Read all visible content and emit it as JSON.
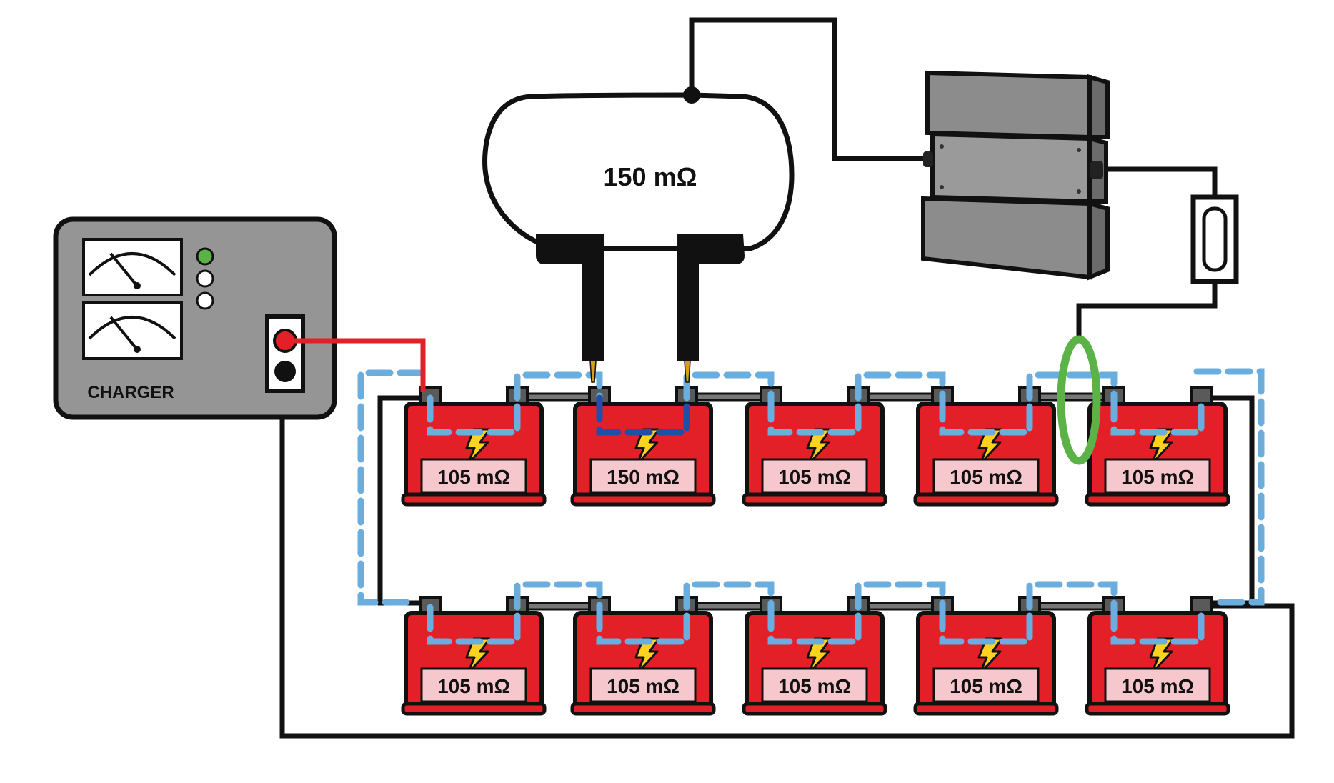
{
  "charger": {
    "label": "CHARGER"
  },
  "tester": {
    "reading": "150 mΩ"
  },
  "batteries": {
    "top_row": [
      {
        "label": "105 mΩ",
        "highlight": false
      },
      {
        "label": "150 mΩ",
        "highlight": true
      },
      {
        "label": "105 mΩ",
        "highlight": false
      },
      {
        "label": "105 mΩ",
        "highlight": false
      },
      {
        "label": "105 mΩ",
        "highlight": false
      }
    ],
    "bottom_row": [
      {
        "label": "105 mΩ",
        "highlight": false
      },
      {
        "label": "105 mΩ",
        "highlight": false
      },
      {
        "label": "105 mΩ",
        "highlight": false
      },
      {
        "label": "105 mΩ",
        "highlight": false
      },
      {
        "label": "105 mΩ",
        "highlight": false
      }
    ]
  },
  "colors": {
    "battery_red": "#e32028",
    "label_pink": "#f6c7cc",
    "current_path_blue": "#6aaee0",
    "faulty_path_blue": "#1f4fa8",
    "clamp_green": "#5bb347",
    "charger_gray": "#959595",
    "lead_red": "#e32028",
    "bolt_yellow": "#ffd21e"
  },
  "icons": [
    "lightning-bolt-icon",
    "analog-meter-icon",
    "status-led-icon",
    "shunt-resistor-icon"
  ]
}
